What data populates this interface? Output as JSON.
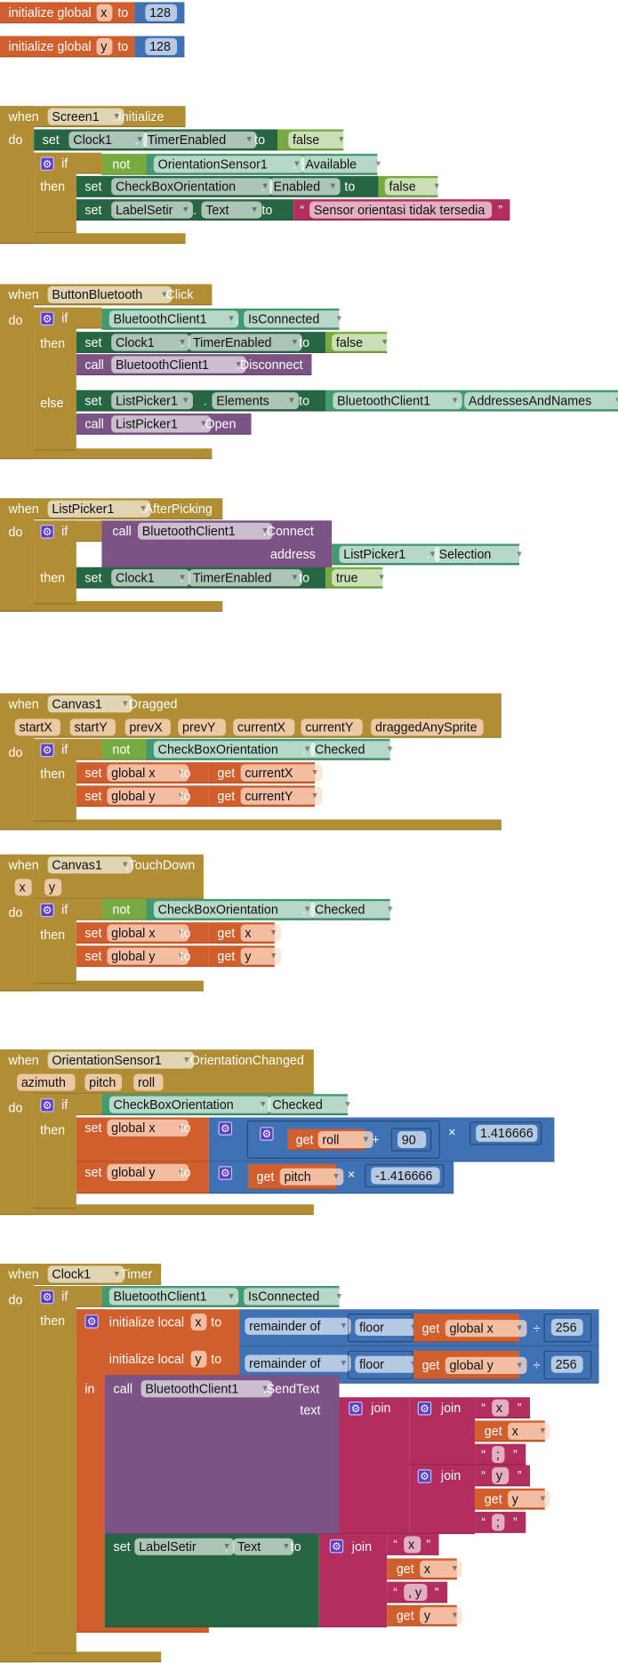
{
  "kw": {
    "when": "when",
    "do": "do",
    "if": "if",
    "then": "then",
    "else": "else",
    "set": "set",
    "to": "to",
    "call": "call",
    "not": "not",
    "get": "get",
    "dot": ".",
    "in": "in",
    "join": "join",
    "oq": "“",
    "cq": "”"
  },
  "globals": [
    {
      "keyword": "initialize global",
      "name": "x",
      "value": "128"
    },
    {
      "keyword": "initialize global",
      "name": "y",
      "value": "128"
    }
  ],
  "screen_init": {
    "component": "Screen1",
    "event": ".Initialize",
    "set_timer": {
      "component": "Clock1",
      "property": "TimerEnabled",
      "value": "false"
    },
    "condition": {
      "component": "OrientationSensor1",
      "property": "Available"
    },
    "set_enabled": {
      "component": "CheckBoxOrientation",
      "property": "Enabled",
      "value": "false"
    },
    "set_label": {
      "component": "LabelSetir",
      "property": "Text",
      "value": "Sensor orientasi tidak tersedia"
    }
  },
  "button_click": {
    "component": "ButtonBluetooth",
    "event": ".Click",
    "condition": {
      "component": "BluetoothClient1",
      "property": "IsConnected"
    },
    "set_timer": {
      "component": "Clock1",
      "property": "TimerEnabled",
      "value": "false"
    },
    "disconnect": {
      "component": "BluetoothClient1",
      "method": ".Disconnect"
    },
    "set_elements": {
      "component": "ListPicker1",
      "property": "Elements",
      "value_component": "BluetoothClient1",
      "value_property": "AddressesAndNames"
    },
    "open": {
      "component": "ListPicker1",
      "method": ".Open"
    }
  },
  "after_picking": {
    "component": "ListPicker1",
    "event": ".AfterPicking",
    "connect": {
      "component": "BluetoothClient1",
      "method": ".Connect",
      "arg_label": "address",
      "arg_component": "ListPicker1",
      "arg_property": "Selection"
    },
    "set_timer": {
      "component": "Clock1",
      "property": "TimerEnabled",
      "value": "true"
    }
  },
  "dragged": {
    "component": "Canvas1",
    "event": ".Dragged",
    "params": [
      "startX",
      "startY",
      "prevX",
      "prevY",
      "currentX",
      "currentY",
      "draggedAnySprite"
    ],
    "condition": {
      "component": "CheckBoxOrientation",
      "property": "Checked"
    },
    "set_x": {
      "var": "global x",
      "get": "currentX"
    },
    "set_y": {
      "var": "global y",
      "get": "currentY"
    }
  },
  "touch_down": {
    "component": "Canvas1",
    "event": ".TouchDown",
    "params": [
      "x",
      "y"
    ],
    "condition": {
      "component": "CheckBoxOrientation",
      "property": "Checked"
    },
    "set_x": {
      "var": "global x",
      "get": "x"
    },
    "set_y": {
      "var": "global y",
      "get": "y"
    }
  },
  "orientation": {
    "component": "OrientationSensor1",
    "event": ".OrientationChanged",
    "params": [
      "azimuth",
      "pitch",
      "roll"
    ],
    "condition": {
      "component": "CheckBoxOrientation",
      "property": "Checked"
    },
    "set_x": {
      "var": "global x",
      "get": "roll",
      "op_add": "+",
      "add_value": "90",
      "op_mul": "×",
      "mul_value": "1.416666"
    },
    "set_y": {
      "var": "global y",
      "get": "pitch",
      "op_mul": "×",
      "mul_value": "-1.416666"
    }
  },
  "timer": {
    "component": "Clock1",
    "event": ".Timer",
    "condition": {
      "component": "BluetoothClient1",
      "property": "IsConnected"
    },
    "locals": [
      {
        "keyword": "initialize local",
        "name": "x",
        "op": "remainder of",
        "func": "floor",
        "get": "global x",
        "div": "÷",
        "divisor": "256"
      },
      {
        "keyword": "initialize local",
        "name": "y",
        "op": "remainder of",
        "func": "floor",
        "get": "global y",
        "div": "÷",
        "divisor": "256"
      }
    ],
    "send": {
      "component": "BluetoothClient1",
      "method": ".SendText",
      "arg_label": "text",
      "texts_x": [
        "x",
        ";"
      ],
      "get_x": "x",
      "texts_y": [
        "y",
        ";"
      ],
      "get_y": "y"
    },
    "set_label": {
      "component": "LabelSetir",
      "property": "Text",
      "texts": [
        "x",
        ", y"
      ],
      "gets": [
        "x",
        "y"
      ]
    }
  }
}
